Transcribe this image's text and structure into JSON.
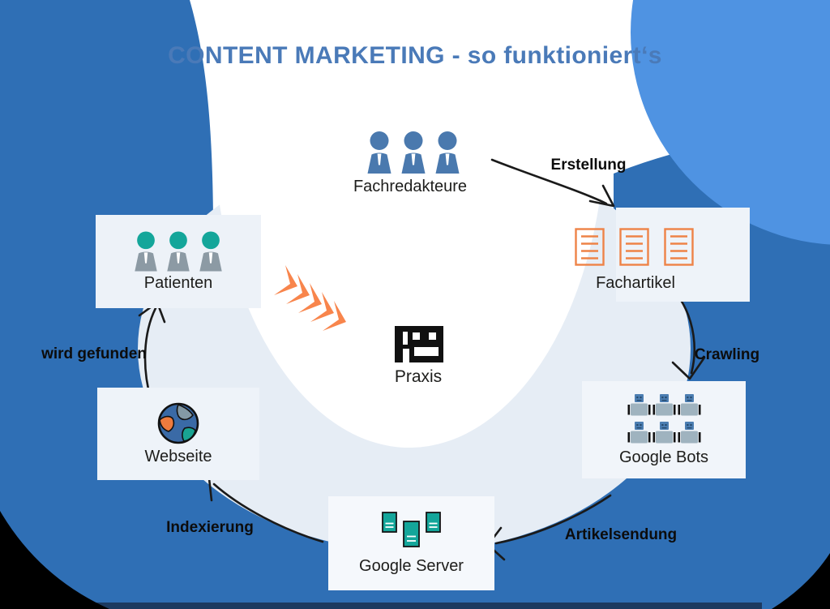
{
  "title": {
    "text": "CONTENT MARKETING - so funktioniert‘s"
  },
  "nodes": {
    "fachredakteure": {
      "label": "Fachredakteure",
      "icon": "editors"
    },
    "fachartikel": {
      "label": "Fachartikel",
      "icon": "articles"
    },
    "google_bots": {
      "label": "Google Bots",
      "icon": "robots"
    },
    "google_server": {
      "label": "Google Server",
      "icon": "servers"
    },
    "webseite": {
      "label": "Webseite",
      "icon": "globe"
    },
    "patienten": {
      "label": "Patienten",
      "icon": "patients"
    },
    "praxis": {
      "label": "Praxis",
      "icon": "clinic-building"
    }
  },
  "arrows": {
    "erstellung": {
      "label": "Erstellung",
      "from": "fachredakteure",
      "to": "fachartikel"
    },
    "crawling": {
      "label": "Crawling",
      "from": "fachartikel",
      "to": "google_bots"
    },
    "artikelsendung": {
      "label": "Artikelsendung",
      "from": "google_bots",
      "to": "google_server"
    },
    "indexierung": {
      "label": "Indexierung",
      "from": "google_server",
      "to": "webseite"
    },
    "wird_gefunden": {
      "label": "wird gefunden",
      "from": "webseite",
      "to": "patienten"
    }
  },
  "colors": {
    "blue_main": "#2f6fb5",
    "blue_circle": "#4f93e2",
    "navy_bar": "#1c3a60",
    "ring": "#e6edf5",
    "card_bg": "#eff4f9",
    "title_blue": "#4a7ab8",
    "orange": "#f8854c",
    "doc_orange": "#ee8347",
    "teal": "#14a69a",
    "person_blue": "#4a79ae",
    "body_gray": "#8c9aa4",
    "arrow_black": "#1a1a1a"
  }
}
